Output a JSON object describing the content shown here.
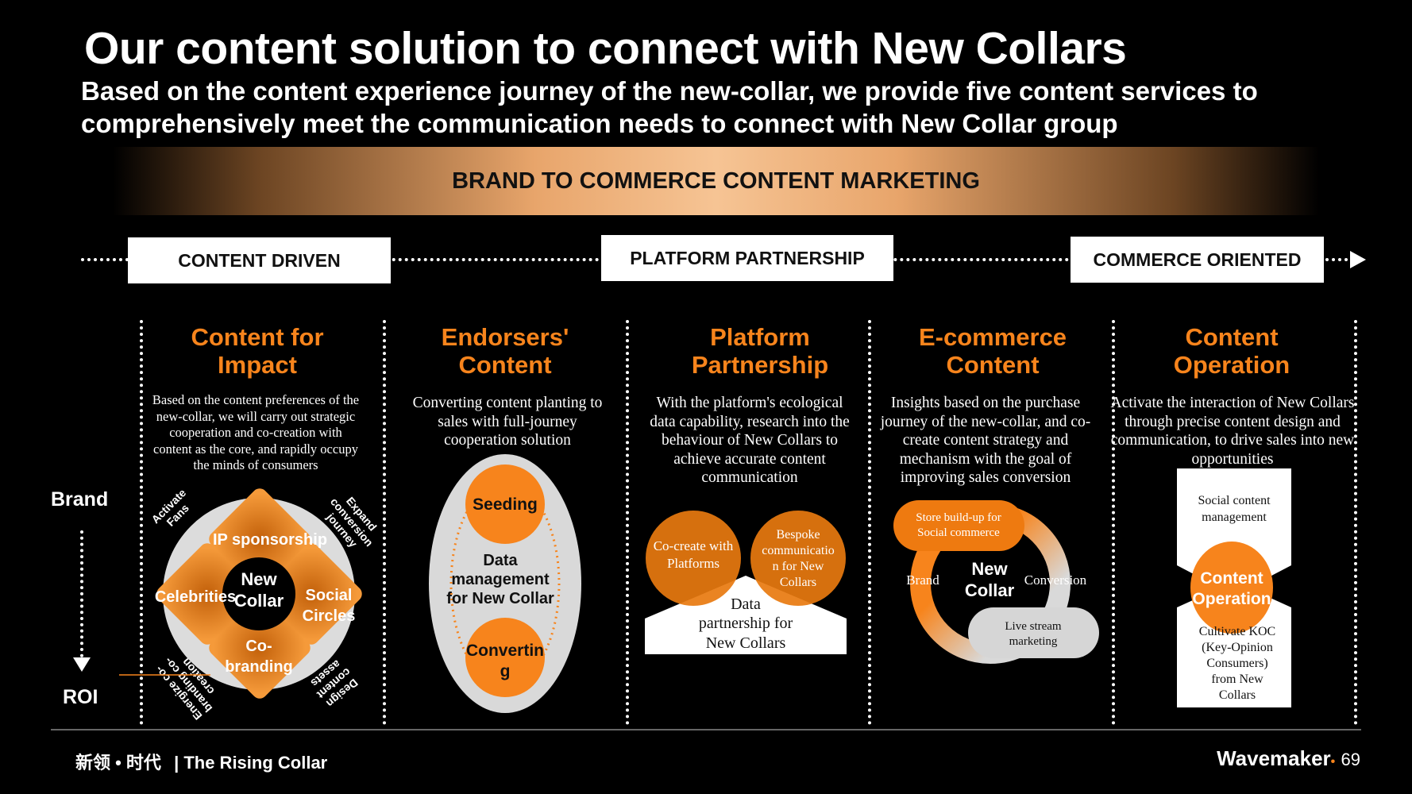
{
  "title": "Our content solution to connect with New Collars",
  "subtitle": "Based on the content experience journey of the new-collar, we provide five content services to comprehensively meet the communication needs to connect with New Collar group",
  "banner": "BRAND TO COMMERCE CONTENT MARKETING",
  "stages": [
    "CONTENT DRIVEN",
    "PLATFORM PARTNERSHIP",
    "COMMERCE ORIENTED"
  ],
  "axis": {
    "top": "Brand",
    "bottom": "ROI"
  },
  "columns": [
    {
      "heading": [
        "Content for",
        "Impact"
      ],
      "desc": "Based on the content preferences of the new-collar, we will carry out strategic cooperation and co-creation with content as the core, and rapidly occupy the minds of consumers",
      "diagram": {
        "center": [
          "New",
          "Collar"
        ],
        "top": "IP sponsorship",
        "left": "Celebrities",
        "right": [
          "Social",
          "Circles"
        ],
        "bottom": [
          "Co-",
          "branding"
        ],
        "outer": {
          "tl": [
            "Activate",
            "Fans"
          ],
          "tr": [
            "Expand",
            "conversion",
            "journey"
          ],
          "bl": [
            "Energize co-",
            "branding co-",
            "creation"
          ],
          "br": [
            "Design",
            "content",
            "assets"
          ]
        }
      }
    },
    {
      "heading": [
        "Endorsers'",
        "Content"
      ],
      "desc": "Converting content planting to sales with full-journey cooperation solution",
      "diagram": {
        "top": "Seeding",
        "middle": [
          "Data",
          "management",
          "for New Collar"
        ],
        "bottom": [
          "Convertin",
          "g"
        ]
      }
    },
    {
      "heading": [
        "Platform",
        "Partnership"
      ],
      "desc": "With the platform's ecological data capability, research into the behaviour of New Collars to achieve accurate content communication",
      "diagram": {
        "left": [
          "Co-create with",
          "Platforms"
        ],
        "right": [
          "Bespoke",
          "communicatio",
          "n for New",
          "Collars"
        ],
        "base": [
          "Data",
          "partnership for",
          "New Collars"
        ]
      }
    },
    {
      "heading": [
        "E-commerce",
        "Content"
      ],
      "desc": "Insights based on the purchase journey of the new-collar, and co-create content strategy and mechanism with the goal of improving sales conversion",
      "diagram": {
        "top": [
          "Store build-up for",
          "Social commerce"
        ],
        "center": [
          "New",
          "Collar"
        ],
        "left": "Brand",
        "right": "Conversion",
        "bottom": [
          "Live stream",
          "marketing"
        ]
      }
    },
    {
      "heading": [
        "Content",
        "Operation"
      ],
      "desc": "Activate the interaction of New Collars through precise content design and communication, to drive sales into new opportunities",
      "diagram": {
        "top": [
          "Social content",
          "management"
        ],
        "center": [
          "Content",
          "Operation"
        ],
        "bottom": [
          "Cultivate KOC",
          "(Key-Opinion",
          "Consumers)",
          "from New",
          "Collars"
        ]
      }
    }
  ],
  "footer": {
    "cn": "新领 • 时代",
    "series": "| The Rising Collar",
    "brand": "Wavemaker",
    "page": "69"
  },
  "colors": {
    "accent": "#f7841c",
    "gray": "#d9d9d9"
  }
}
